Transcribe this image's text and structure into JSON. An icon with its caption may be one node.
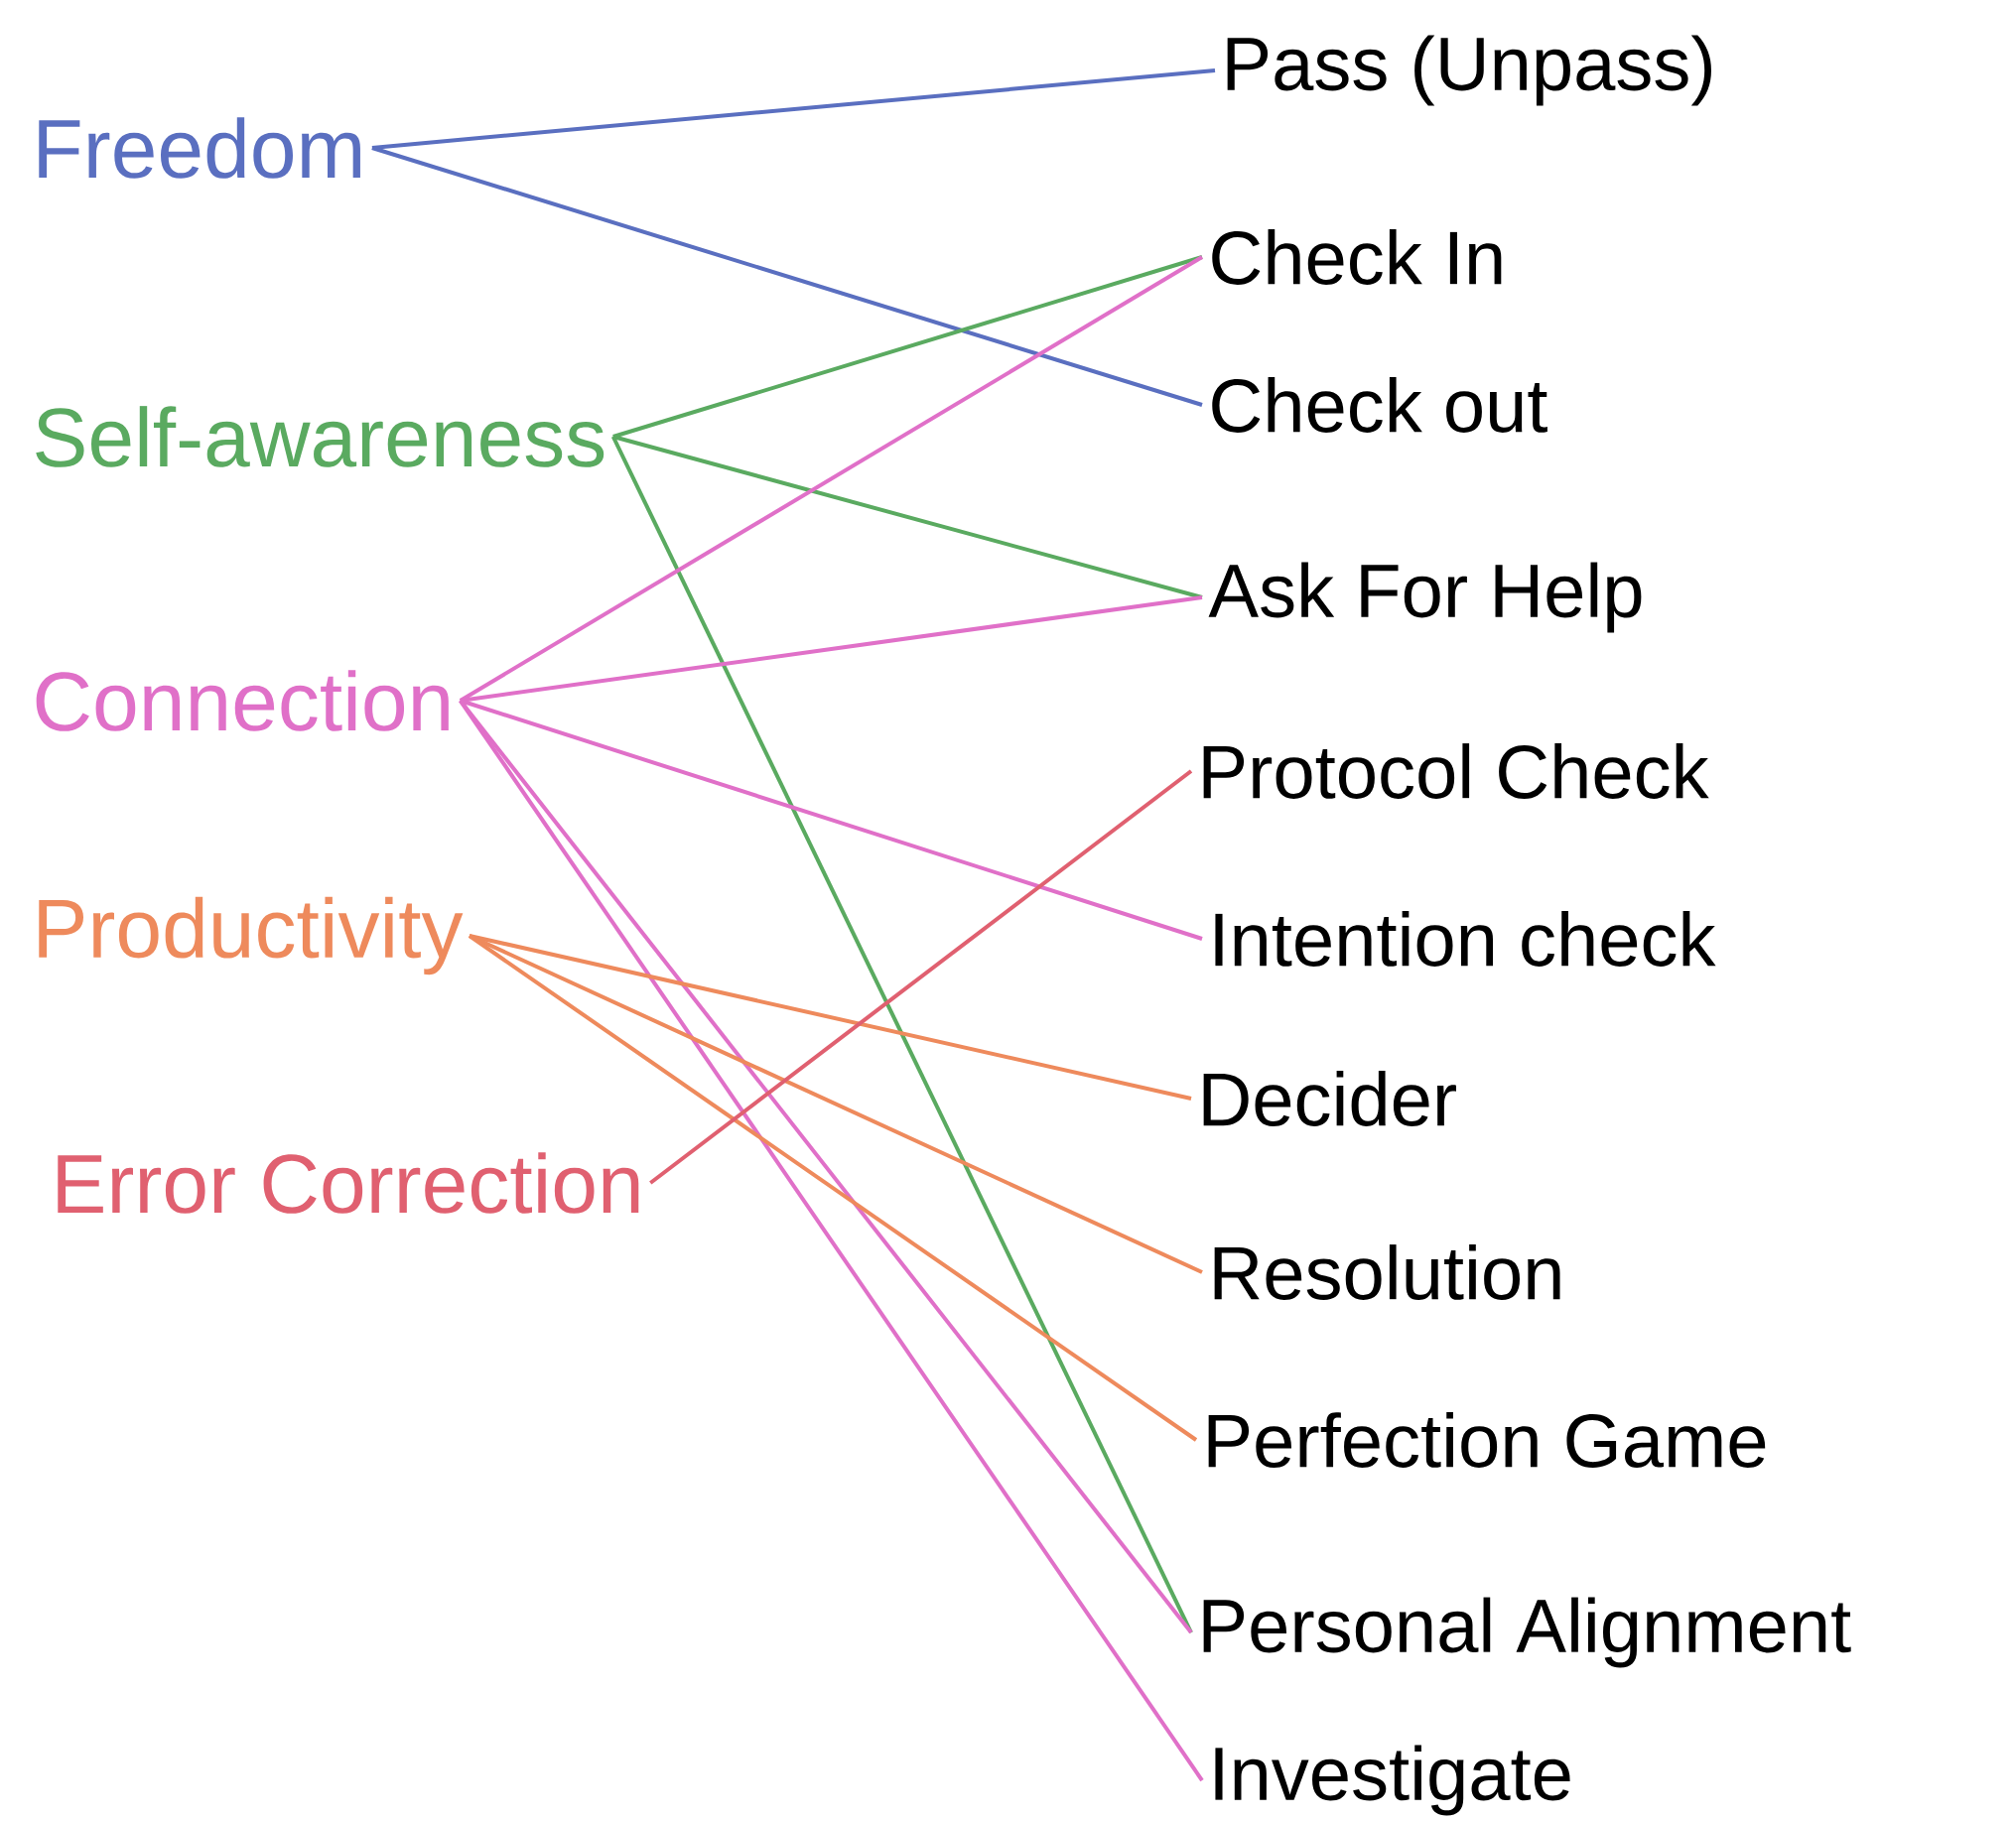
{
  "diagram": {
    "nodes": [
      {
        "text": [
          "Freedom"
        ]
      },
      {
        "text": [
          "Self-awareness"
        ]
      },
      {
        "text": [
          "Connection"
        ]
      },
      {
        "text": [
          "Productivity"
        ]
      },
      {
        "text": [
          "Error Correction"
        ]
      },
      {
        "text": [
          "Pass (Unpass)"
        ]
      },
      {
        "text": [
          "Check In"
        ]
      },
      {
        "text": [
          "Check out"
        ]
      },
      {
        "text": [
          "Ask For Help"
        ]
      },
      {
        "text": [
          "Protocol Check"
        ]
      },
      {
        "text": [
          "Intention check"
        ]
      },
      {
        "text": [
          "Decider"
        ]
      },
      {
        "text": [
          "Resolution"
        ]
      },
      {
        "text": [
          "Perfection Game"
        ]
      },
      {
        "text": [
          "Personal Alignment"
        ]
      },
      {
        "text": [
          "Investigate"
        ]
      }
    ],
    "edges": [
      {
        "from": 0,
        "to": 5,
        "arrow": "none",
        "color": "#5a6fc0"
      },
      {
        "from": 0,
        "to": 7,
        "arrow": "none",
        "color": "#5a6fc0"
      },
      {
        "from": 1,
        "to": 6,
        "arrow": "none",
        "color": "#5aaa60"
      },
      {
        "from": 1,
        "to": 8,
        "arrow": "none",
        "color": "#5aaa60"
      },
      {
        "from": 1,
        "to": 14,
        "arrow": "none",
        "color": "#5aaa60"
      },
      {
        "from": 2,
        "to": 6,
        "arrow": "none",
        "color": "#e070c8"
      },
      {
        "from": 2,
        "to": 8,
        "arrow": "none",
        "color": "#e070c8"
      },
      {
        "from": 2,
        "to": 10,
        "arrow": "none",
        "color": "#e070c8"
      },
      {
        "from": 2,
        "to": 14,
        "arrow": "none",
        "color": "#e070c8"
      },
      {
        "from": 2,
        "to": 15,
        "arrow": "none",
        "color": "#e070c8"
      },
      {
        "from": 3,
        "to": 11,
        "arrow": "none",
        "color": "#ee8a5c"
      },
      {
        "from": 3,
        "to": 12,
        "arrow": "none",
        "color": "#ee8a5c"
      },
      {
        "from": 3,
        "to": 13,
        "arrow": "none",
        "color": "#ee8a5c"
      },
      {
        "from": 4,
        "to": 9,
        "arrow": "none",
        "color": "#e06070"
      }
    ]
  }
}
